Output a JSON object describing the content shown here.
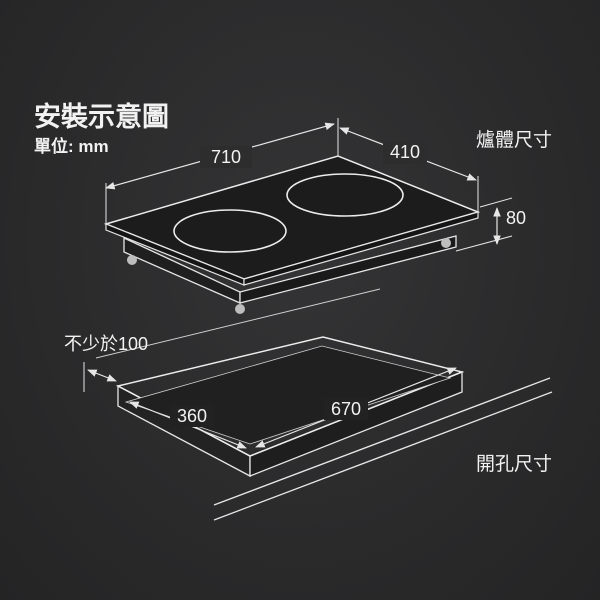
{
  "header": {
    "title": "安裝示意圖",
    "unit": "單位: mm"
  },
  "cooktop": {
    "label": "爐體尺寸",
    "length": "710",
    "depth": "410",
    "height": "80"
  },
  "cutout": {
    "label": "開孔尺寸",
    "min_clearance": "不少於100",
    "length": "670",
    "depth": "360"
  },
  "colors": {
    "background": "#2b2b2c",
    "line": "#e6e6e6",
    "glass": "#1c1c1c"
  }
}
